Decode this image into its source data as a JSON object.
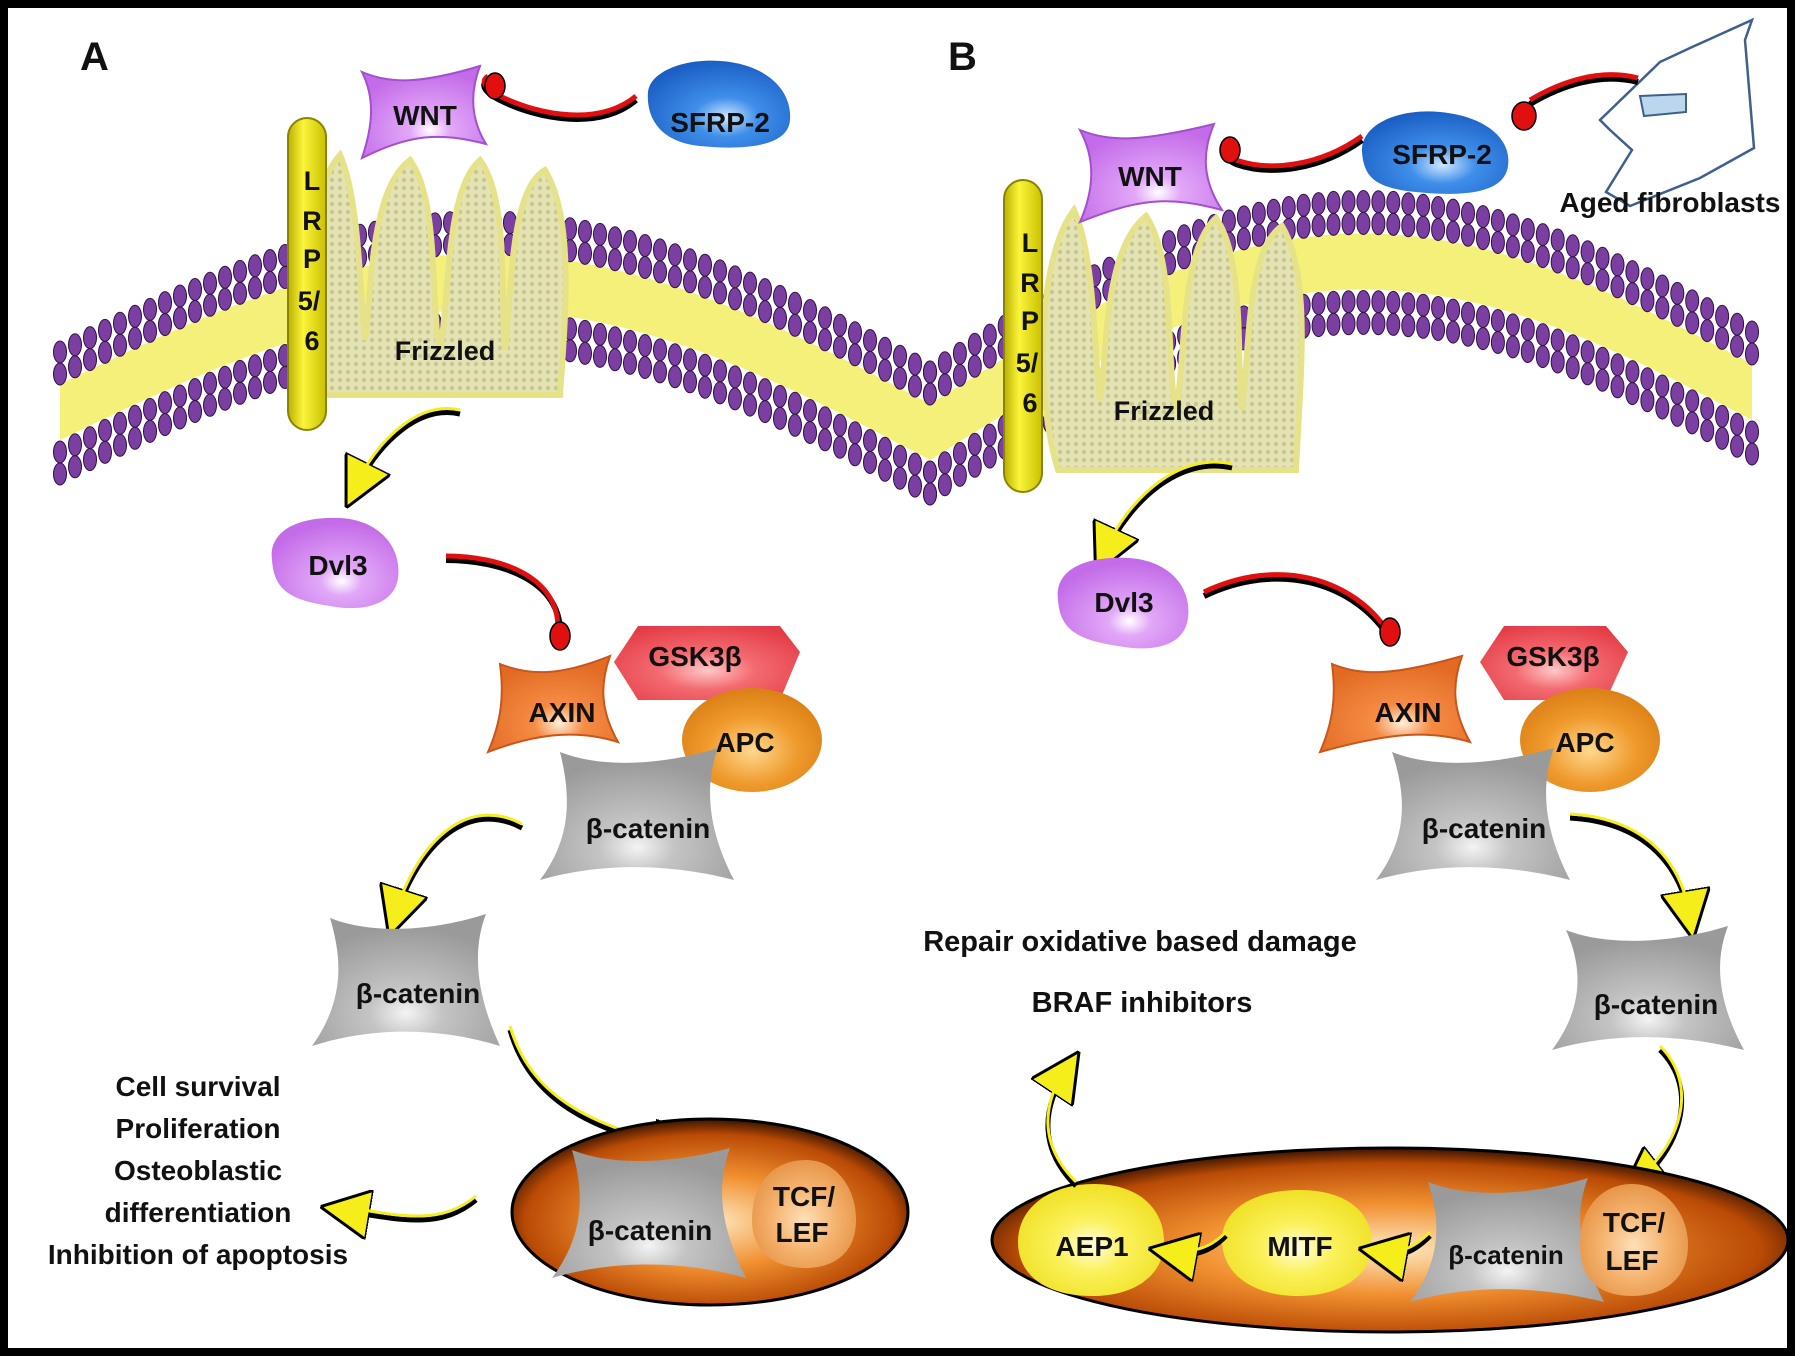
{
  "panels": [
    {
      "id": "A",
      "label": "A",
      "wnt": "WNT",
      "sfrp": "SFRP-2",
      "lrp_lines": [
        "L",
        "R",
        "P",
        "5/",
        "6"
      ],
      "frizzled": "Frizzled",
      "dvl": "Dvl3",
      "gsk": "GSK3β",
      "axin": "AXIN",
      "apc": "APC",
      "bcat_complex": "β-catenin",
      "bcat_free": "β-catenin",
      "bcat_nucleus": "β-catenin",
      "tcf_lines": [
        "TCF/",
        "LEF"
      ],
      "outcomes": [
        "Cell survival",
        "Proliferation",
        "Osteoblastic",
        "differentiation",
        "Inhibition of apoptosis"
      ]
    },
    {
      "id": "B",
      "label": "B",
      "wnt": "WNT",
      "sfrp": "SFRP-2",
      "fibroblast": "Aged fibroblasts",
      "lrp_lines": [
        "L",
        "R",
        "P",
        "5/",
        "6"
      ],
      "frizzled": "Frizzled",
      "dvl": "Dvl3",
      "gsk": "GSK3β",
      "axin": "AXIN",
      "apc": "APC",
      "bcat_complex": "β-catenin",
      "bcat_free": "β-catenin",
      "bcat_nucleus": "β-catenin",
      "tcf_lines": [
        "TCF/",
        "LEF"
      ],
      "mitf": "MITF",
      "aep1": "AEP1",
      "outcomes": [
        "Repair oxidative based damage",
        "BRAF inhibitors"
      ]
    }
  ],
  "colors": {
    "border": "#000000",
    "lipid_head": "#7a3fa0",
    "lipid_tail": "#f5f07a",
    "wnt": "#cf7df0",
    "sfrp": "#2f7fe0",
    "lrp": "#f2ea24",
    "frizzled": "#e0dfae",
    "dvl": "#cf7df0",
    "gsk": "#ef4d55",
    "axin": "#f0803a",
    "apc": "#ee9b2a",
    "catenin": "#b8b8b8",
    "tcf": "#f0a050",
    "mitf": "#f5ee40",
    "nucleus": "#d9640d",
    "inhibit_arrow": "#e01010",
    "activate_arrow": "#f6ee1a"
  }
}
